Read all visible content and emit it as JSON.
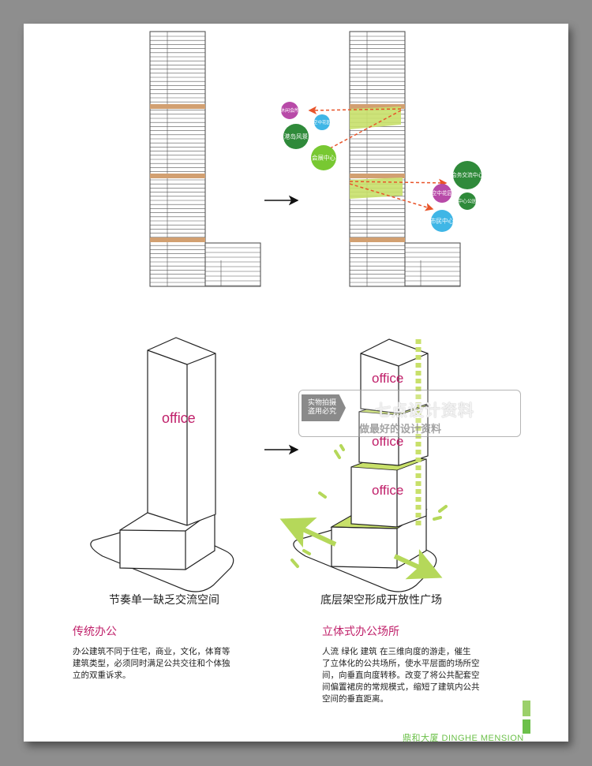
{
  "top_left_tower": {},
  "top_right_tower": {
    "bubbles": [
      {
        "label": "休闲会所",
        "color": "#b84aa8"
      },
      {
        "label": "港岛风景",
        "color": "#2f8a3a"
      },
      {
        "label": "空中花园",
        "color": "#3fb6e6"
      },
      {
        "label": "会展中心",
        "color": "#78c832"
      },
      {
        "label": "会务交流中心",
        "color": "#2f8a3a"
      },
      {
        "label": "空中花园",
        "color": "#b84aa8"
      },
      {
        "label": "中心公园",
        "color": "#2f8a3a"
      },
      {
        "label": "市民中心",
        "color": "#3fb6e6"
      }
    ]
  },
  "iso_left": {
    "office_label": "office"
  },
  "iso_right": {
    "office_labels": [
      "office",
      "office",
      "office"
    ]
  },
  "watermark": {
    "tag_line1": "实物拍摄",
    "tag_line2": "盗用必究",
    "brand": "七点设计资料",
    "slogan": "做最好的设计资料"
  },
  "captions": {
    "left": "节奏单一缺乏交流空间",
    "right": "底层架空形成开放性广场"
  },
  "sections": {
    "left_title": "传统办公",
    "left_lines": [
      "办公建筑不同于住宅，商业，文化，体育等",
      "建筑类型，必须同时满足公共交往和个体独",
      "立的双重诉求。"
    ],
    "right_title": "立体式办公场所",
    "right_lines": [
      "人流  绿化  建筑  在三维向度的游走，催生",
      "了立体化的公共场所，使水平层面的场所空",
      "间，向垂直向度转移。改变了将公共配套空",
      "间偏置裙房的常规模式，缩短了建筑内公共",
      "空间的垂直距离。"
    ]
  },
  "footer": {
    "text": "鼎和大厦  DINGHE MENSION"
  },
  "colors": {
    "accent_orange": "#d2a071",
    "green": "#c8e06a",
    "dash_red": "#e8542a",
    "magenta": "#c0206a",
    "footer_green": "#6cc04a"
  }
}
